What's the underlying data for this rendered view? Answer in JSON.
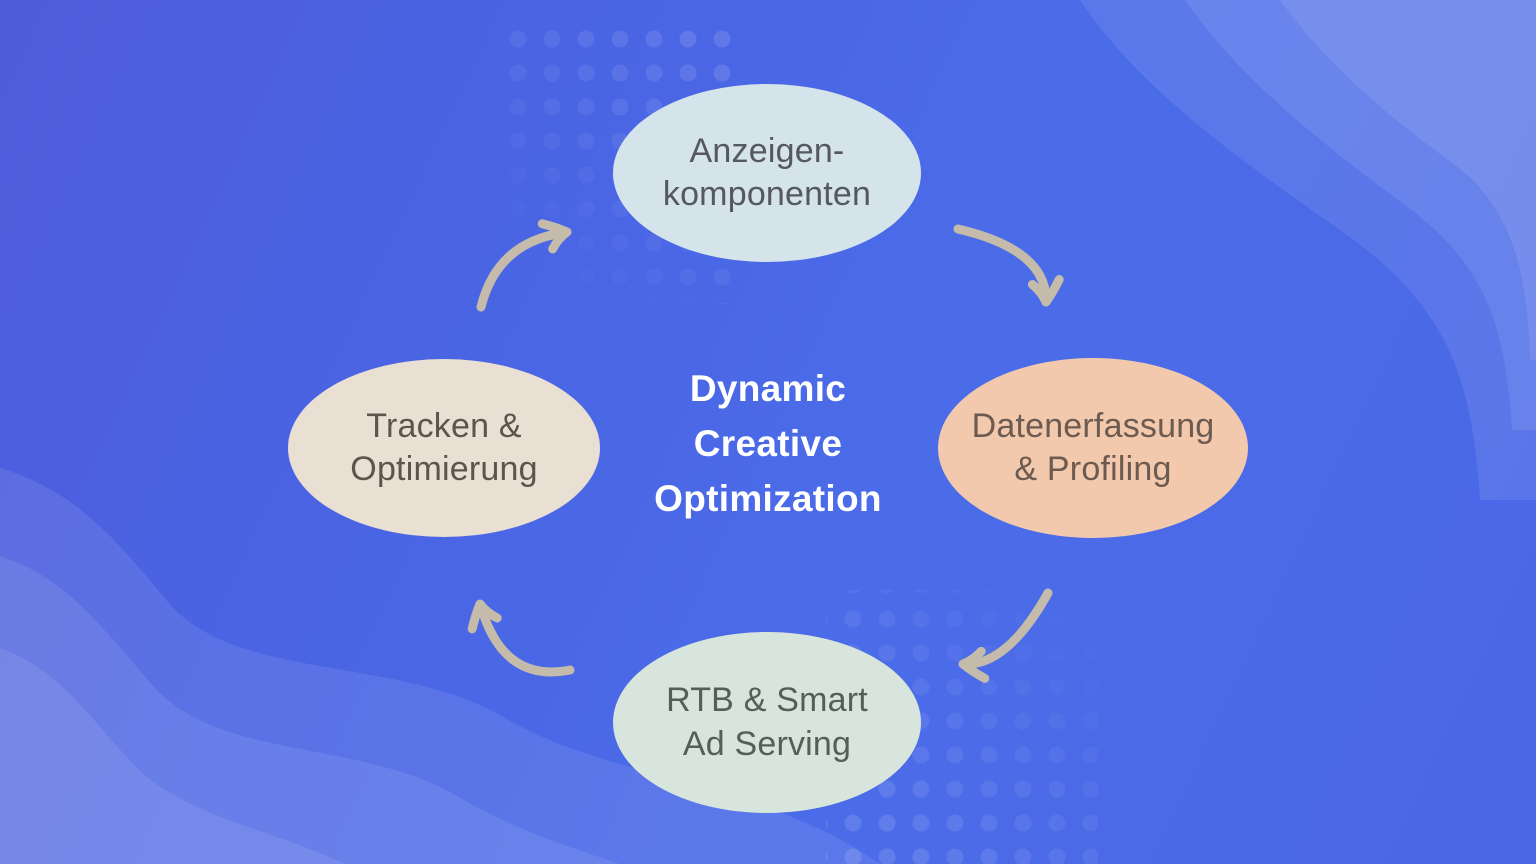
{
  "diagram": {
    "title": {
      "lines": [
        "Dynamic",
        "Creative",
        "Optimization"
      ],
      "color": "#ffffff"
    },
    "nodes": [
      {
        "name": "anzeigen-komponenten",
        "lines": [
          "Anzeigen-",
          "komponenten"
        ],
        "fill": "#d5e3ea",
        "text_color": "#555761"
      },
      {
        "name": "datenerfassung-profiling",
        "lines": [
          "Datenerfassung",
          "& Profiling"
        ],
        "fill": "#f2c9ac",
        "text_color": "#6d5a50"
      },
      {
        "name": "rtb-smart-ad-serving",
        "lines": [
          "RTB & Smart",
          "Ad Serving"
        ],
        "fill": "#d7e5dc",
        "text_color": "#575d59"
      },
      {
        "name": "tracken-optimierung",
        "lines": [
          "Tracken &",
          "Optimierung"
        ],
        "fill": "#e9dfd2",
        "text_color": "#5b554b"
      }
    ],
    "arrows": {
      "count": 4,
      "direction": "clockwise",
      "color": "#c5bbaa"
    },
    "background": {
      "base": "#4b6ce8",
      "dark_corner": "#4f5cd9",
      "light_corner": "#8a97f3",
      "halftone_dots": "rgba(255,255,255,0.12)"
    }
  }
}
